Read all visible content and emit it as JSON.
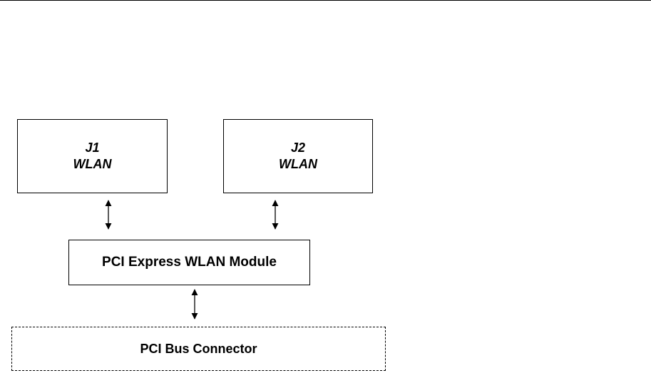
{
  "diagram": {
    "antenna_j1": {
      "line1": "J1",
      "line2": "WLAN"
    },
    "antenna_j2": {
      "line1": "J2",
      "line2": "WLAN"
    },
    "module": {
      "label": "PCI Express WLAN Module"
    },
    "connector": {
      "label": "PCI Bus Connector"
    }
  },
  "colors": {
    "line": "#000000",
    "background": "#ffffff"
  }
}
